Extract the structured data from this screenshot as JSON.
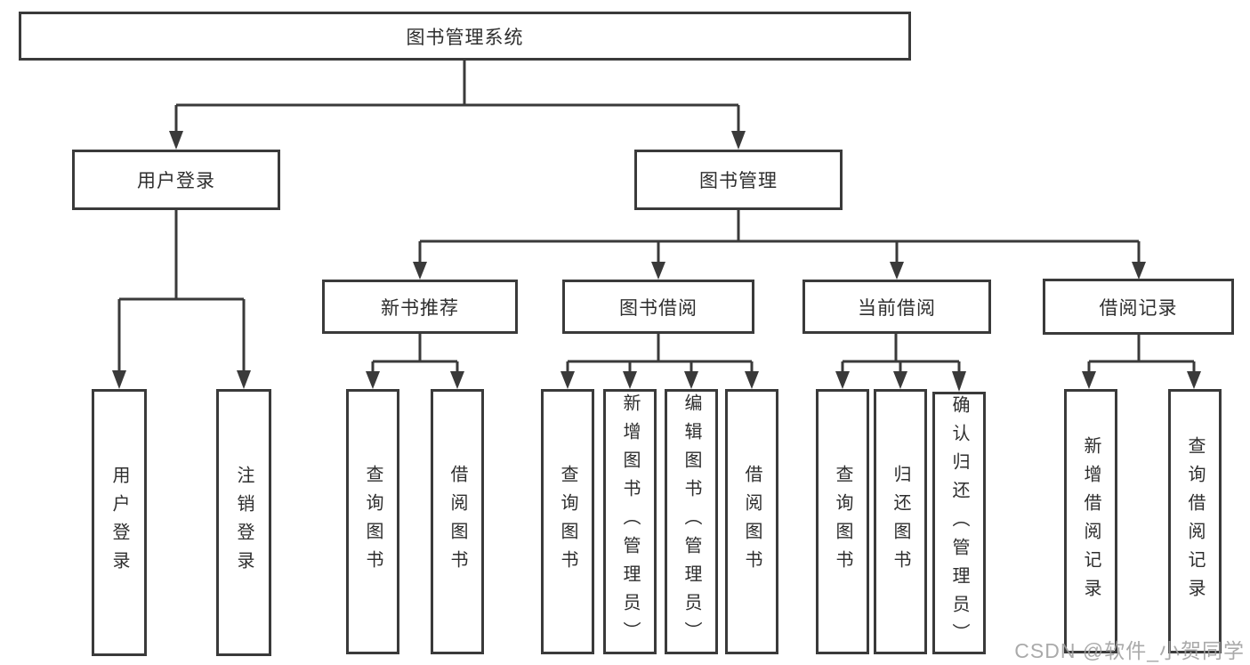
{
  "diagram": {
    "root": {
      "label": "图书管理系统"
    },
    "level2": [
      {
        "label": "用户登录"
      },
      {
        "label": "图书管理"
      }
    ],
    "level3": [
      {
        "label": "新书推荐"
      },
      {
        "label": "图书借阅"
      },
      {
        "label": "当前借阅"
      },
      {
        "label": "借阅记录"
      }
    ],
    "leaves": {
      "user_login": [
        "用户登录",
        "注销登录"
      ],
      "new_books": [
        "查询图书",
        "借阅图书"
      ],
      "book_borrow": [
        "查询图书",
        "新增图书（管理员）",
        "编辑图书（管理员）",
        "借阅图书"
      ],
      "current_borrow": [
        "查询图书",
        "归还图书",
        "确认归还（管理员）"
      ],
      "borrow_records": [
        "新增借阅记录",
        "查询借阅记录"
      ]
    }
  },
  "watermark": {
    "text": "CSDN @软件_小贺同学"
  },
  "colors": {
    "line": "#3a3a3a",
    "text": "#2e2e2e",
    "watermark": "#9e9e9e",
    "background": "#ffffff"
  }
}
